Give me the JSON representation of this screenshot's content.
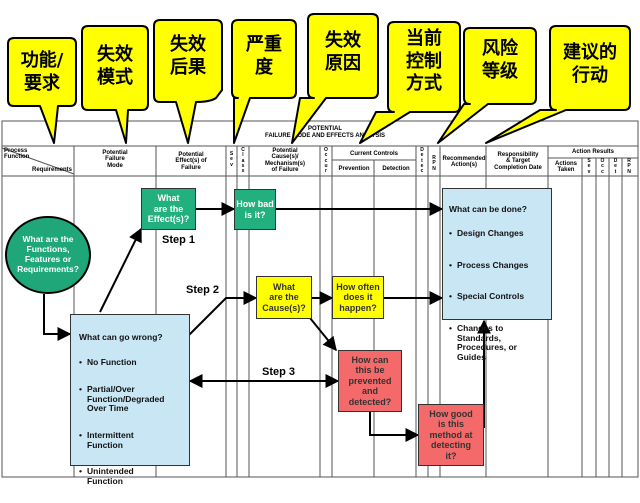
{
  "callouts": [
    {
      "text": "功能/\n要求"
    },
    {
      "text": "失效\n模式"
    },
    {
      "text": "失效\n后果"
    },
    {
      "text": "严重\n度"
    },
    {
      "text": "失效\n原因"
    },
    {
      "text": "当前\n控制\n方式"
    },
    {
      "text": "风险\n等级"
    },
    {
      "text": "建议的\n行动"
    }
  ],
  "form": {
    "title_line1": "POTENTIAL",
    "title_line2": "FAILURE MODE AND EFFECTS ANALYSIS",
    "headers": {
      "process_function": "Process\nFunction",
      "requirements": "Requirements",
      "failure_mode": "Potential\nFailure\nMode",
      "effects": "Potential\nEffect(s) of\nFailure",
      "sev": "S\ne\nv",
      "class": "C\nl\na\ns\ns",
      "causes": "Potential\nCause(s)/\nMechanism(s)\nof Failure",
      "occur": "O\nc\nc\nu\nr",
      "current_controls": "Current Controls",
      "prevention": "Prevention",
      "detection": "Detection",
      "detec": "D\ne\nt\ne\nc",
      "rpn": "R\nP\nN",
      "recommended": "Recommended\nAction(s)",
      "responsibility": "Responsibility\n& Target\nCompletion Date",
      "action_results": "Action Results",
      "actions_taken": "Actions\nTaken",
      "ar_sev": "S\ne\nv",
      "ar_occ": "O\nc\nc",
      "ar_det": "D\ne\nt",
      "ar_rpn": "R\nP\nN"
    }
  },
  "flow": {
    "functions_circle": "What are the\nFunctions,\nFeatures or\nRequirements?",
    "effects_box": "What\nare the\nEffect(s)?",
    "how_bad_box": "How bad\nis it?",
    "causes_box": "What\nare the\nCause(s)?",
    "how_often_box": "How often\ndoes it\nhappen?",
    "prevented_box": "How can\nthis be\nprevented\nand\ndetected?",
    "detecting_box": "How good\nis this\nmethod at\ndetecting\nit?",
    "wrong_title": "What can go wrong?",
    "wrong_items": [
      "No Function",
      "Partial/Over\nFunction/Degraded\nOver Time",
      "Intermittent\nFunction",
      "Unintended\nFunction"
    ],
    "done_title": "What can be done?",
    "done_items": [
      "Design Changes",
      "Process Changes",
      "Special Controls",
      "Changes to\nStandards,\nProcedures, or\nGuides"
    ],
    "step1": "Step 1",
    "step2": "Step 2",
    "step3": "Step 3"
  },
  "colors": {
    "callout_fill": "#ffff00",
    "callout_stroke": "#000000",
    "circle_fill": "#1fa77a",
    "green_box": "#23b07f",
    "yellow_box": "#ffff00",
    "red_box": "#f46a6a",
    "blue_box": "#c9e6f5",
    "grid_line": "#555555"
  }
}
